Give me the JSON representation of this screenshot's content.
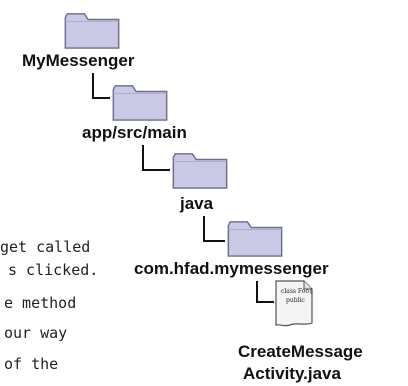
{
  "tree": {
    "root": "MyMessenger",
    "app": "app/src/main",
    "java": "java",
    "package": "com.hfad.mymessenger",
    "file_line1": "CreateMessage",
    "file_line2": "Activity.java"
  },
  "file_icon": {
    "line1": "class Foo{",
    "line2": "public"
  },
  "annotation": {
    "line1": "get called",
    "line2": "s clicked.",
    "line3": "e method",
    "line4": "our way",
    "line5": "of the"
  },
  "colors": {
    "folder_fill": "#c9c9e6",
    "folder_stroke": "#6d6d88",
    "line": "#111111"
  }
}
